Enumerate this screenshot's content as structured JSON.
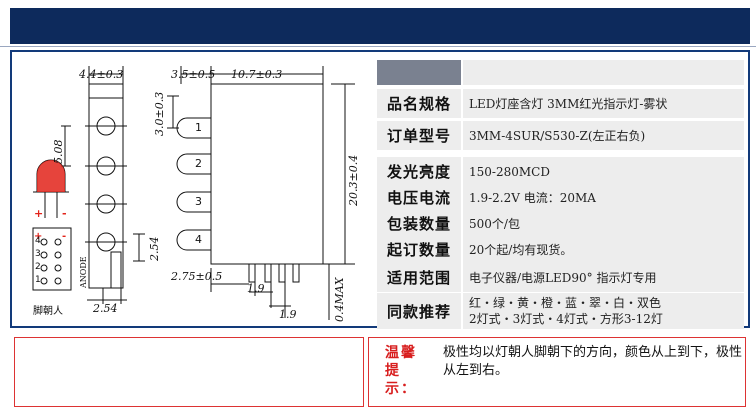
{
  "specs": {
    "rows": [
      {
        "key": "品名规格",
        "value": "LED灯座含灯 3MM红光指示灯-雾状"
      },
      {
        "key": "订单型号",
        "value": "3MM-4SUR/S530-Z(左正右负)"
      },
      {
        "key": "发光亮度",
        "value": "150-280MCD"
      },
      {
        "key": "电压电流",
        "value": "1.9-2.2V 电流：20MA"
      },
      {
        "key": "包装数量",
        "value": "500个/包"
      },
      {
        "key": "起订数量",
        "value": "20个起/均有现货。"
      },
      {
        "key": "适用范围",
        "value": "电子仪器/电源LED90° 指示灯专用"
      },
      {
        "key": "同款推荐",
        "value_lines": [
          "红・绿・黄・橙・蓝・翠・白・双色",
          "2灯式・3灯式・4灯式・方形3-12灯"
        ]
      }
    ]
  },
  "drawing": {
    "dims": {
      "d1": "4.4±0.3",
      "d2": "3.5±0.5",
      "d3": "10.7±0.3",
      "d4": "5.08",
      "d5": "3.0±0.3",
      "d6": "20.3±0.4",
      "d7": "2.54",
      "d8": "2.75±0.5",
      "d9": "1.9",
      "d10": "1.9",
      "d11": "0.4MAX",
      "d12": "2.54"
    },
    "pins": [
      "1",
      "2",
      "3",
      "4"
    ],
    "anode_label": "ANODE",
    "foot_label": "脚朝人",
    "plus": "+",
    "minus": "-",
    "grid_nums": [
      "4",
      "3",
      "2",
      "1"
    ]
  },
  "note": {
    "title": "温馨提示：",
    "text": "极性均以灯朝人脚朝下的方向，颜色从上到下，极性从左到右。"
  }
}
